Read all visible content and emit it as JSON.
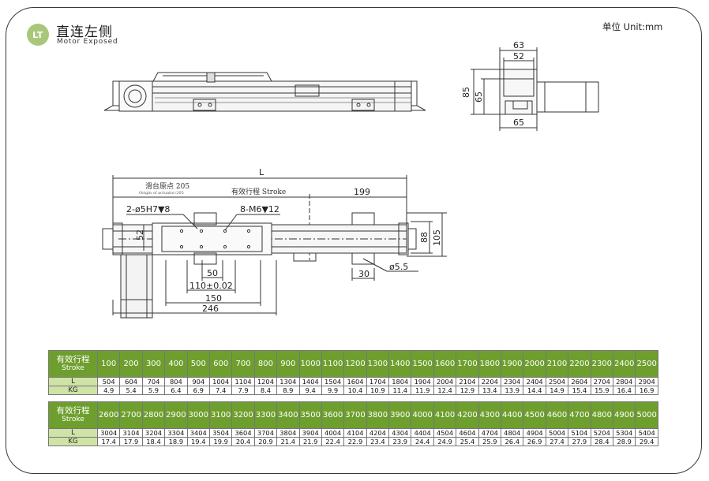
{
  "header": {
    "logo_text": "LT",
    "title": "直连左侧",
    "subtitle": "Motor Exposed",
    "unit": "单位 Unit:mm"
  },
  "colors": {
    "accent": "#6e9f2e",
    "row_label_bg": "#cfe3a6",
    "logo": "#a9c77a"
  },
  "drawing": {
    "dims_end_view": [
      "63",
      "52",
      "85",
      "65",
      "65"
    ],
    "dims_top_view": {
      "L": "L",
      "origin_cn": "滑台原点 205",
      "origin_en": "Origin of actuator:205",
      "stroke": "有效行程 Stroke",
      "d199": "199",
      "hole1": "2-ø5H7▼8",
      "hole2": "8-M6▼12",
      "d52": "52",
      "d50": "50",
      "d110": "110±0.02",
      "d150": "150",
      "d246": "246",
      "d30": "30",
      "d55": "ø5.5",
      "d88": "88",
      "d105": "105"
    }
  },
  "tables": [
    {
      "header": {
        "cn": "有效行程",
        "en": "Stroke"
      },
      "strokes": [
        "100",
        "200",
        "300",
        "400",
        "500",
        "600",
        "700",
        "800",
        "900",
        "1000",
        "1100",
        "1200",
        "1300",
        "1400",
        "1500",
        "1600",
        "1700",
        "1800",
        "1900",
        "2000",
        "2100",
        "2200",
        "2300",
        "2400",
        "2500"
      ],
      "rows": [
        {
          "label": "L",
          "values": [
            "504",
            "604",
            "704",
            "804",
            "904",
            "1004",
            "1104",
            "1204",
            "1304",
            "1404",
            "1504",
            "1604",
            "1704",
            "1804",
            "1904",
            "2004",
            "2104",
            "2204",
            "2304",
            "2404",
            "2504",
            "2604",
            "2704",
            "2804",
            "2904"
          ]
        },
        {
          "label": "KG",
          "values": [
            "4.9",
            "5.4",
            "5.9",
            "6.4",
            "6.9",
            "7.4",
            "7.9",
            "8.4",
            "8.9",
            "9.4",
            "9.9",
            "10.4",
            "10.9",
            "11.4",
            "11.9",
            "12.4",
            "12.9",
            "13.4",
            "13.9",
            "14.4",
            "14.9",
            "15.4",
            "15.9",
            "16.4",
            "16.9"
          ]
        }
      ]
    },
    {
      "header": {
        "cn": "有效行程",
        "en": "Stroke"
      },
      "strokes": [
        "2600",
        "2700",
        "2800",
        "2900",
        "3000",
        "3100",
        "3200",
        "3300",
        "3400",
        "3500",
        "3600",
        "3700",
        "3800",
        "3900",
        "4000",
        "4100",
        "4200",
        "4300",
        "4400",
        "4500",
        "4600",
        "4700",
        "4800",
        "4900",
        "5000"
      ],
      "rows": [
        {
          "label": "L",
          "values": [
            "3004",
            "3104",
            "3204",
            "3304",
            "3404",
            "3504",
            "3604",
            "3704",
            "3804",
            "3904",
            "4004",
            "4104",
            "4204",
            "4304",
            "4404",
            "4504",
            "4604",
            "4704",
            "4804",
            "4904",
            "5004",
            "5104",
            "5204",
            "5304",
            "5404"
          ]
        },
        {
          "label": "KG",
          "values": [
            "17.4",
            "17.9",
            "18.4",
            "18.9",
            "19.4",
            "19.9",
            "20.4",
            "20.9",
            "21.4",
            "21.9",
            "22.4",
            "22.9",
            "23.4",
            "23.9",
            "24.4",
            "24.9",
            "25.4",
            "25.9",
            "26.4",
            "26.9",
            "27.4",
            "27.9",
            "28.4",
            "28.9",
            "29.4"
          ]
        }
      ]
    }
  ]
}
